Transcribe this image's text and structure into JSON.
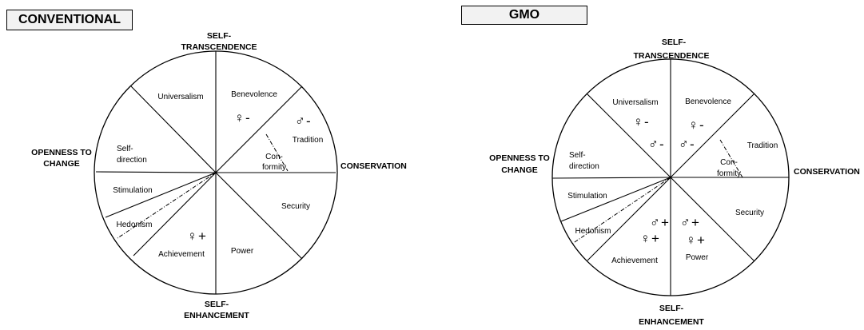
{
  "panels": [
    {
      "id": "conventional",
      "title": "CONVENTIONAL",
      "axis_labels": {
        "top": [
          "SELF-",
          "TRANSCENDENCE"
        ],
        "bottom": [
          "SELF-",
          "ENHANCEMENT"
        ],
        "left": [
          "OPENNESS TO",
          "CHANGE"
        ],
        "right": [
          "CONSERVATION"
        ]
      },
      "segments": {
        "universalism": "Universalism",
        "benevolence": "Benevolence",
        "tradition": "Tradition",
        "conformity": [
          "Con-",
          "formity"
        ],
        "self_direction": [
          "Self-",
          "direction"
        ],
        "stimulation": "Stimulation",
        "hedonism": "Hedonism",
        "achievement": "Achievement",
        "power": "Power",
        "security": "Security"
      },
      "markers": [
        {
          "id": "benevolence-female",
          "sign": "♀",
          "value": "-"
        },
        {
          "id": "tradition-male",
          "sign": "♂",
          "value": "-"
        },
        {
          "id": "achievement-female",
          "sign": "♀",
          "value": "+"
        }
      ]
    },
    {
      "id": "gmo",
      "title": "GMO",
      "axis_labels": {
        "top": [
          "SELF-",
          "TRANSCENDENCE"
        ],
        "bottom": [
          "SELF-",
          "ENHANCEMENT"
        ],
        "left": [
          "OPENNESS TO",
          "CHANGE"
        ],
        "right": [
          "CONSERVATION"
        ]
      },
      "segments": {
        "universalism": "Universalism",
        "benevolence": "Benevolence",
        "tradition": "Tradition",
        "conformity": [
          "Con-",
          "formity"
        ],
        "self_direction": [
          "Self-",
          "direction"
        ],
        "stimulation": "Stimulation",
        "hedonism": "Hedonism",
        "achievement": "Achievement",
        "power": "Power",
        "security": "Security"
      },
      "markers": [
        {
          "id": "universalism-female",
          "sign": "♀",
          "value": "-"
        },
        {
          "id": "universalism-male",
          "sign": "♂",
          "value": "-"
        },
        {
          "id": "benevolence-female",
          "sign": "♀",
          "value": "-"
        },
        {
          "id": "benevolence-male",
          "sign": "♂",
          "value": "-"
        },
        {
          "id": "achievement-male",
          "sign": "♂",
          "value": "+"
        },
        {
          "id": "achievement-female",
          "sign": "♀",
          "value": "+"
        },
        {
          "id": "power-male",
          "sign": "♂",
          "value": "+"
        },
        {
          "id": "power-female",
          "sign": "♀",
          "value": "+"
        }
      ]
    }
  ]
}
